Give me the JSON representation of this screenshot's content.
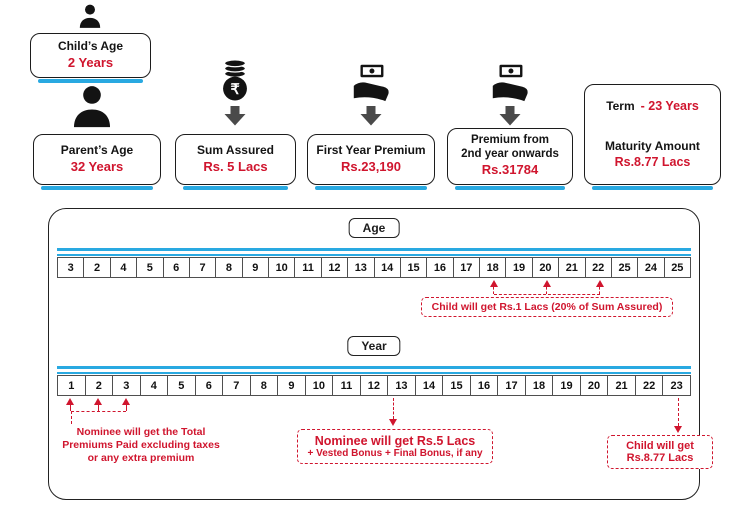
{
  "colors": {
    "red": "#d0152e",
    "blue": "#29a9e1",
    "ink": "#1c1c1c",
    "arrow_gray": "#4a4a4a"
  },
  "icons": {
    "child": "person-icon",
    "parent": "person-icon",
    "sum_assured": "rupee-coins-icon",
    "premium": "money-in-hand-icon",
    "flow": "down-arrow-icon"
  },
  "top": {
    "child_age": {
      "label": "Child’s Age",
      "value": "2 Years"
    },
    "parent_age": {
      "label": "Parent’s Age",
      "value": "32 Years"
    },
    "sum_assured": {
      "label": "Sum Assured",
      "value": "Rs. 5 Lacs"
    },
    "first_year_premium": {
      "label": "First Year Premium",
      "value": "Rs.23,190"
    },
    "premium_2nd_year": {
      "label_line1": "Premium from",
      "label_line2": "2nd year onwards",
      "value": "Rs.31784"
    },
    "term": {
      "label": "Term",
      "value": "- 23 Years"
    },
    "maturity": {
      "label": "Maturity Amount",
      "value": "Rs.8.77 Lacs"
    }
  },
  "timeline": {
    "age": {
      "title": "Age",
      "cells": [
        "3",
        "2",
        "4",
        "5",
        "6",
        "7",
        "8",
        "9",
        "10",
        "11",
        "12",
        "13",
        "14",
        "15",
        "16",
        "17",
        "18",
        "19",
        "20",
        "21",
        "22",
        "25",
        "24",
        "25"
      ]
    },
    "year": {
      "title": "Year",
      "cells": [
        "1",
        "2",
        "3",
        "4",
        "5",
        "6",
        "7",
        "8",
        "9",
        "10",
        "11",
        "12",
        "13",
        "14",
        "15",
        "16",
        "17",
        "18",
        "19",
        "20",
        "21",
        "22",
        "23"
      ]
    },
    "notes": {
      "survival_benefit": "Child will get Rs.1 Lacs (20% of Sum Assured)",
      "premium_return": "Nominee will get the Total Premiums Paid excluding taxes or any extra premium",
      "death_benefit_line1": "Nominee will get Rs.5 Lacs",
      "death_benefit_line2": "+ Vested Bonus + Final Bonus, if any",
      "maturity_line1": "Child will get",
      "maturity_line2": "Rs.8.77 Lacs"
    }
  }
}
